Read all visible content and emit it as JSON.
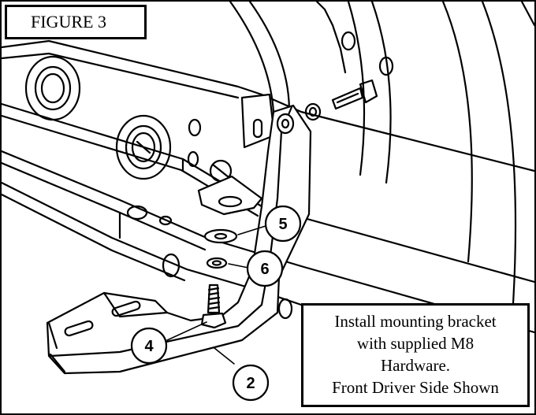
{
  "figure_label": "FIGURE 3",
  "note": {
    "lines": [
      "Install mounting bracket",
      "with supplied M8",
      "Hardware.",
      "Front Driver Side Shown"
    ]
  },
  "callouts": [
    {
      "id": "bolt",
      "label": "4"
    },
    {
      "id": "flat-washer",
      "label": "5"
    },
    {
      "id": "lock-washer",
      "label": "6"
    },
    {
      "id": "bracket",
      "label": "2"
    }
  ]
}
